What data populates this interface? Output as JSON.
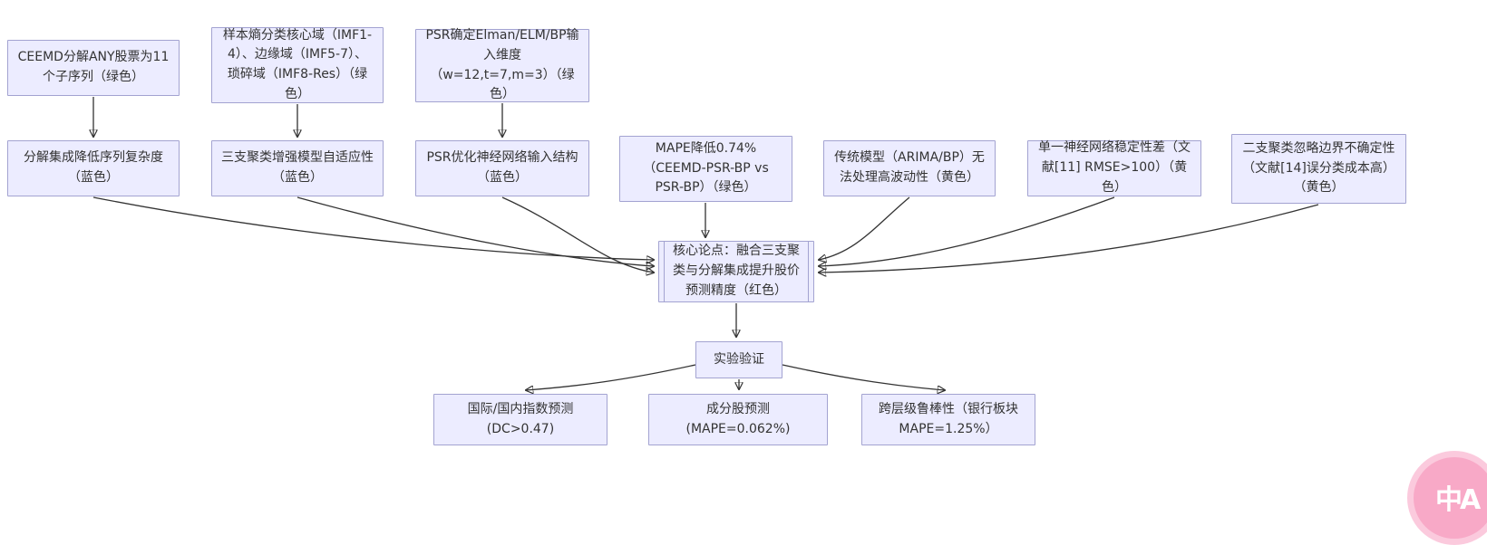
{
  "diagram": {
    "nodes": [
      {
        "id": "ceemd_decompose",
        "label": "CEEMD分解ANY股票为11个子序列（绿色）"
      },
      {
        "id": "sample_entropy",
        "label": "样本熵分类核心域（IMF1-4）、边缘域（IMF5-7）、琐碎域（IMF8-Res）（绿色）"
      },
      {
        "id": "psr_input_dim",
        "label": "PSR确定Elman/ELM/BP输入维度（w=12,t=7,m=3）（绿色）"
      },
      {
        "id": "decomp_complexity",
        "label": "分解集成降低序列复杂度（蓝色）"
      },
      {
        "id": "three_way_adaptivity",
        "label": "三支聚类增强模型自适应性（蓝色）"
      },
      {
        "id": "psr_structure",
        "label": "PSR优化神经网络输入结构（蓝色）"
      },
      {
        "id": "mape_reduction",
        "label": "MAPE降低0.74%（CEEMD-PSR-BP vs PSR-BP）（绿色）"
      },
      {
        "id": "traditional_limit",
        "label": "传统模型（ARIMA/BP）无法处理高波动性（黄色）"
      },
      {
        "id": "single_nn_unstable",
        "label": "单一神经网络稳定性差（文献[11] RMSE>100）（黄色）"
      },
      {
        "id": "two_way_limit",
        "label": "二支聚类忽略边界不确定性（文献[14]误分类成本高）（黄色）"
      },
      {
        "id": "core_thesis",
        "label": "核心论点：融合三支聚类与分解集成提升股价预测精度（红色）"
      },
      {
        "id": "experiment",
        "label": "实验验证"
      },
      {
        "id": "index_prediction",
        "label": "国际/国内指数预测 (DC>0.47)"
      },
      {
        "id": "constituent_stock",
        "label": "成分股预测 (MAPE=0.062%)"
      },
      {
        "id": "cross_level_robust",
        "label": "跨层级鲁棒性（银行板块 MAPE=1.25%）"
      }
    ],
    "edges": [
      {
        "from": "ceemd_decompose",
        "to": "decomp_complexity"
      },
      {
        "from": "sample_entropy",
        "to": "three_way_adaptivity"
      },
      {
        "from": "psr_input_dim",
        "to": "psr_structure"
      },
      {
        "from": "decomp_complexity",
        "to": "core_thesis"
      },
      {
        "from": "three_way_adaptivity",
        "to": "core_thesis"
      },
      {
        "from": "psr_structure",
        "to": "core_thesis"
      },
      {
        "from": "mape_reduction",
        "to": "core_thesis"
      },
      {
        "from": "traditional_limit",
        "to": "core_thesis"
      },
      {
        "from": "single_nn_unstable",
        "to": "core_thesis"
      },
      {
        "from": "two_way_limit",
        "to": "core_thesis"
      },
      {
        "from": "core_thesis",
        "to": "experiment"
      },
      {
        "from": "experiment",
        "to": "index_prediction"
      },
      {
        "from": "experiment",
        "to": "constituent_stock"
      },
      {
        "from": "experiment",
        "to": "cross_level_robust"
      }
    ],
    "colors": {
      "node_fill": "#ECECFF",
      "node_border": "#a3a3d1",
      "arrow": "#333333",
      "background": "#ffffff"
    }
  },
  "badge": {
    "label": "中A",
    "color": "#f8a9c7"
  }
}
